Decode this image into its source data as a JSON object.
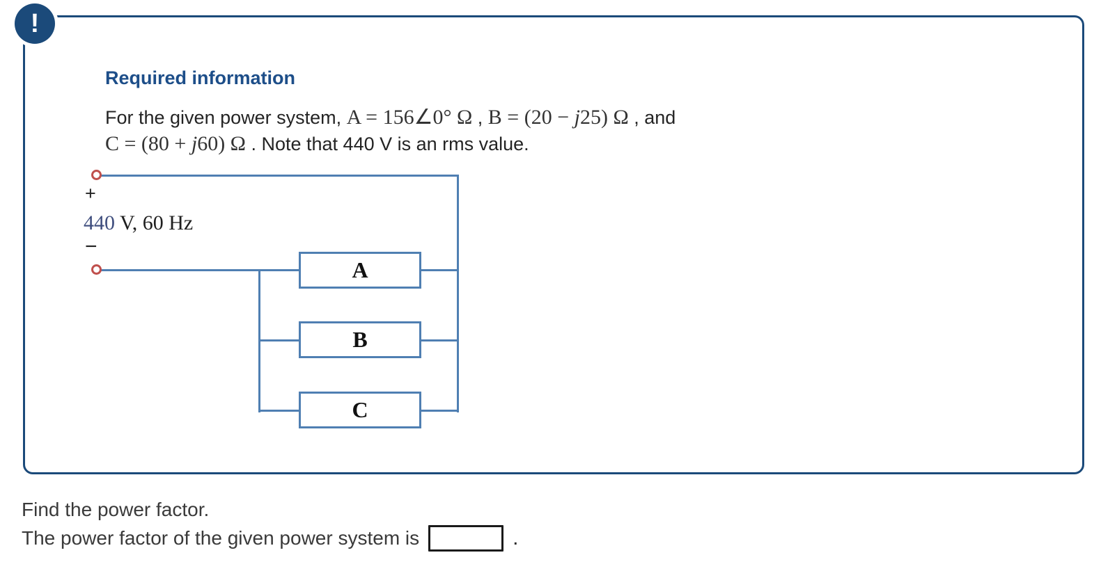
{
  "alert": {
    "glyph": "!"
  },
  "card": {
    "header": "Required information",
    "problem": {
      "seg1": "For the given power system, ",
      "math_a": "A = 156∠0° Ω",
      "seg2": " , ",
      "math_b_pre": "B = (20 − ",
      "math_b_j": "j",
      "math_b_post": "25) Ω",
      "seg3": " , and",
      "math_c_pre": "C = (80 + ",
      "math_c_j": "j",
      "math_c_post": "60) Ω",
      "seg4": " . Note that 440 V is an rms value."
    }
  },
  "circuit": {
    "plus_sign": "+",
    "minus_sign": "−",
    "source_value": "440",
    "source_unit": " V, 60 Hz",
    "boxes": {
      "a": "A",
      "b": "B",
      "c": "C"
    }
  },
  "question": {
    "prompt": "Find the power factor.",
    "answer_prefix": "The power factor of the given power system is",
    "answer_suffix": ".",
    "input_value": "",
    "input_placeholder": ""
  },
  "colors": {
    "card_blue": "#1b4a7a",
    "header_blue": "#1d4e89",
    "wire_blue": "#4f7fb2",
    "terminal_red": "#c0504d"
  }
}
